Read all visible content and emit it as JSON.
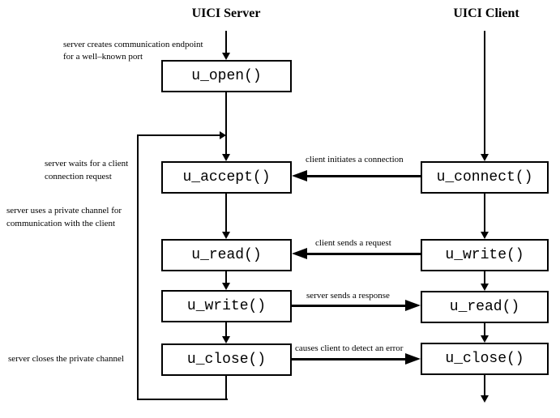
{
  "diagram": {
    "server": {
      "title": "UICI Server",
      "boxes": [
        "u_open()",
        "u_accept()",
        "u_read()",
        "u_write()",
        "u_close()"
      ],
      "annotations": [
        {
          "lines": [
            "server creates communication endpoint",
            "for a well–known port"
          ]
        },
        {
          "lines": [
            "server waits for a client",
            "connection request"
          ]
        },
        {
          "lines": [
            "server uses a private channel for",
            "communication with the client"
          ]
        },
        {
          "lines": [
            "server closes the private channel"
          ]
        }
      ]
    },
    "client": {
      "title": "UICI Client",
      "boxes": [
        "u_connect()",
        "u_write()",
        "u_read()",
        "u_close()"
      ]
    },
    "messages": [
      {
        "label": "client initiates a connection",
        "direction": "left"
      },
      {
        "label": "client sends a request",
        "direction": "left"
      },
      {
        "label": "server sends a response",
        "direction": "right"
      },
      {
        "label": "causes client to detect an error",
        "direction": "right"
      }
    ],
    "colors": {
      "ink": "#000000",
      "background": "#ffffff"
    }
  }
}
